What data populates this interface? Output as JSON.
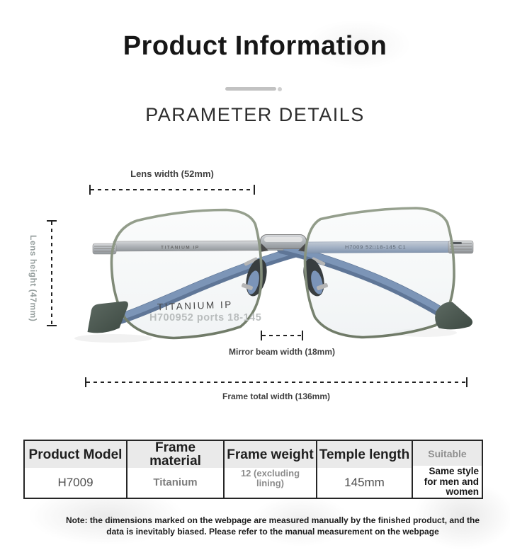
{
  "page": {
    "title": "Product Information",
    "subtitle": "PARAMETER DETAILS"
  },
  "annotations": {
    "lens_width": "Lens width (52mm)",
    "lens_height": "Lens height (47mm)",
    "mirror_beam_width": "Mirror beam width (18mm)",
    "frame_total_width": "Frame total width (136mm)"
  },
  "glasses": {
    "lens_print_line1": "TITANIUM IP",
    "lens_print_line2": "H700952 ports 18-145",
    "left_temple_text": "TITANIUM IP",
    "right_temple_text": "H7009 52□18-145 C1",
    "colors": {
      "frame_rim_green": "#85907e",
      "temple_blue": "#6d87aa",
      "temple_tip_green": "#49564e",
      "metal_silver": "#b9bfc3"
    }
  },
  "spec_table": {
    "columns": [
      {
        "header": "Product Model",
        "value": "H7009"
      },
      {
        "header": "Frame material",
        "value": "Titanium"
      },
      {
        "header": "Frame weight",
        "value": "12 (excluding lining)"
      },
      {
        "header": "Temple length",
        "value": "145mm"
      },
      {
        "header": "Suitable",
        "value": "Same style for men and women"
      }
    ]
  },
  "note": "Note: the dimensions marked on the webpage are measured manually by the finished product, and the data is inevitably biased. Please refer to the manual measurement on the webpage"
}
